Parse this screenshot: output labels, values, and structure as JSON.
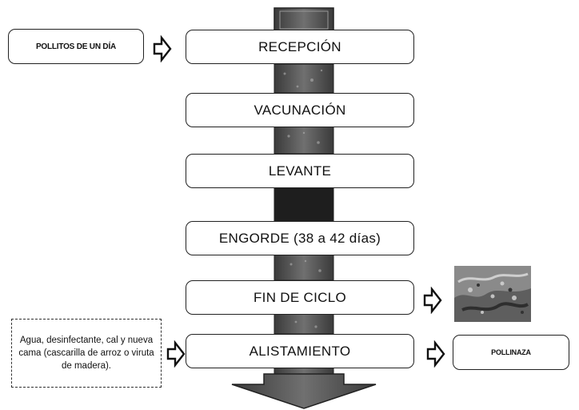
{
  "diagram": {
    "input_label": "POLLITOS DE UN DÍA",
    "steps": [
      "RECEPCIÓN",
      "VACUNACIÓN",
      "LEVANTE",
      "ENGORDE (38 a 42 días)",
      "FIN DE CICLO",
      "ALISTAMIENTO"
    ],
    "inputs_note": "Agua, desinfectante, cal y nueva cama (cascarilla de arroz o viruta de madera).",
    "output_label": "POLLINAZA"
  },
  "colors": {
    "backbone": "#5a5a5a",
    "backbone_dark": "#1e1e1e",
    "border": "#222222"
  },
  "icons": {
    "side_arrows": "hollow-right-arrow-icon",
    "bottom_arrow": "down-arrow-icon",
    "photo": "pollinaza-photo-thumbnail"
  }
}
